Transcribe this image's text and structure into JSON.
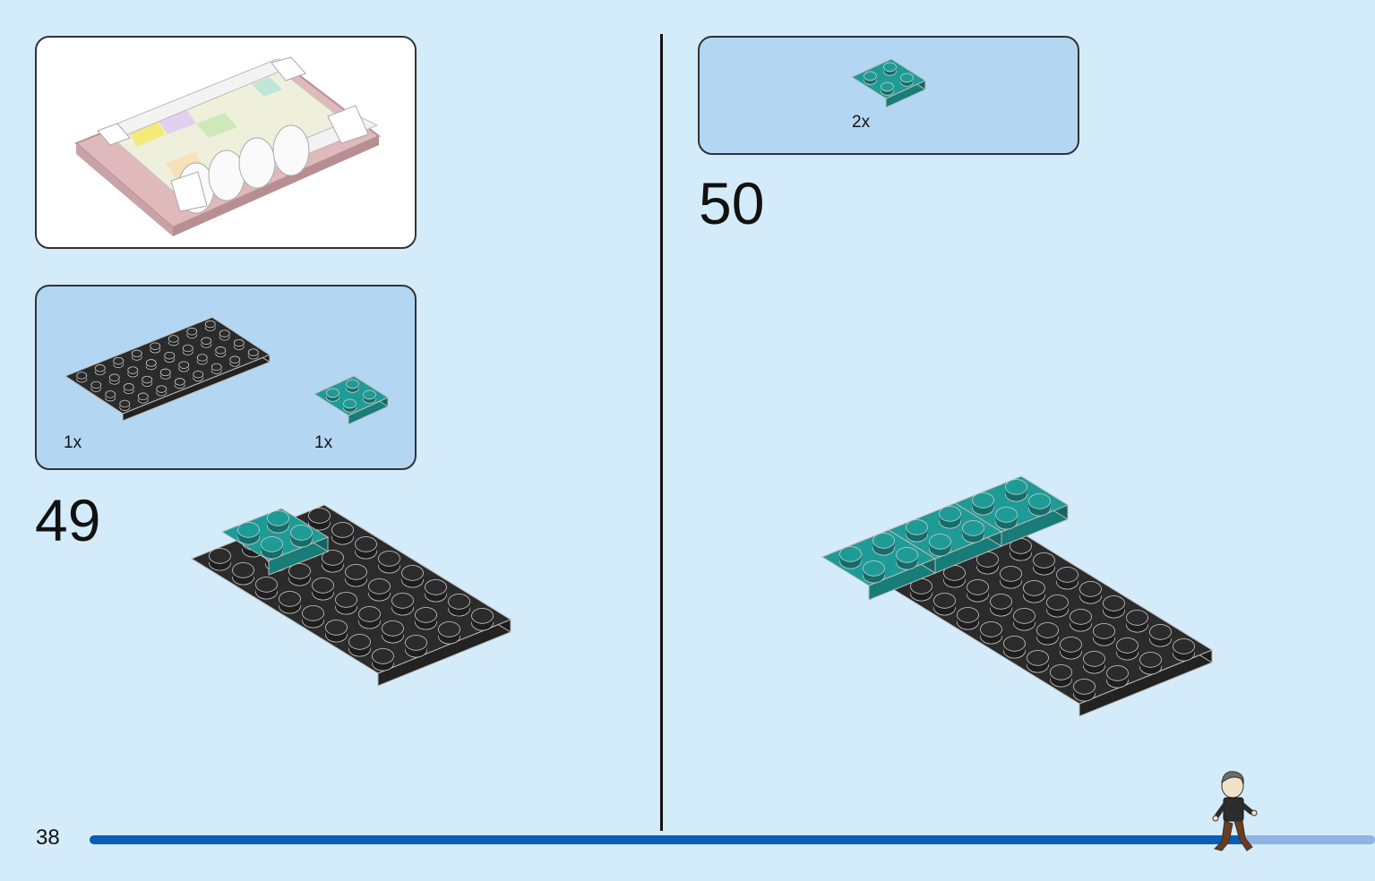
{
  "page": {
    "number": "38"
  },
  "previous_model": {
    "image": "assembled-model-preview"
  },
  "steps": [
    {
      "number": "49",
      "parts": [
        {
          "name": "black-plate-4x8",
          "quantity": "1x",
          "color": "#2b2b2b"
        },
        {
          "name": "teal-plate-2x2",
          "quantity": "1x",
          "color": "#1e9b96"
        }
      ]
    },
    {
      "number": "50",
      "parts": [
        {
          "name": "teal-plate-2x2",
          "quantity": "2x",
          "color": "#1e9b96"
        }
      ]
    }
  ],
  "progress": {
    "fraction": 0.9,
    "color": "#0a5fb4",
    "remaining_color": "#8fb3e3"
  },
  "colors": {
    "background": "#d4ebfa",
    "callout": "#b3d7f3",
    "black_brick": "#2b2b2b",
    "teal_brick": "#1e9b96"
  }
}
